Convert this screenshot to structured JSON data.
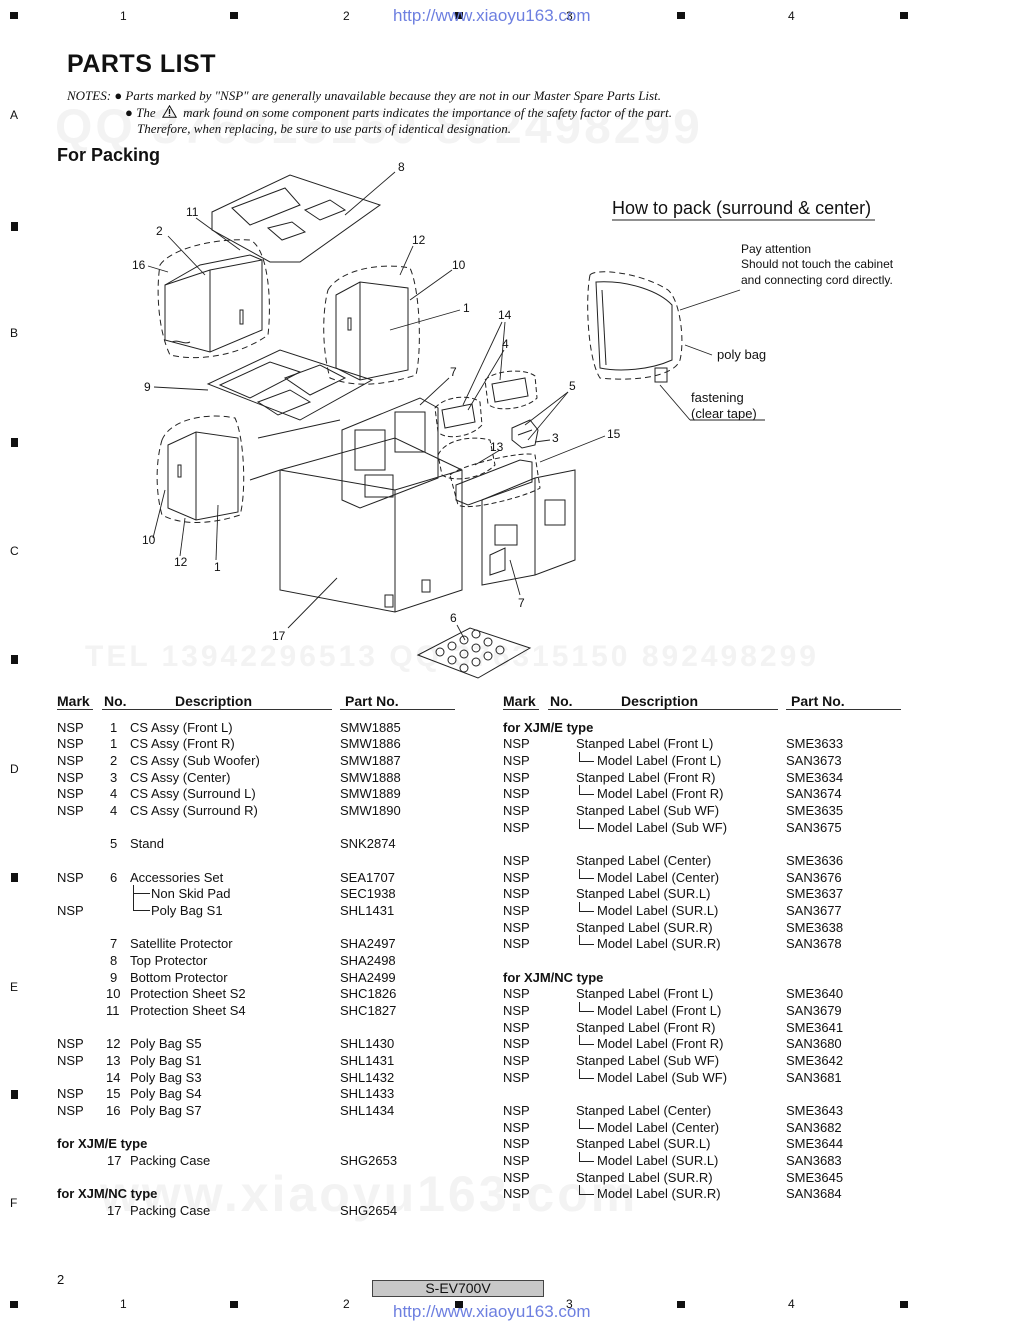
{
  "ruler": {
    "numbers": [
      "1",
      "2",
      "3",
      "4"
    ]
  },
  "side_letters": [
    "A",
    "B",
    "C",
    "D",
    "E",
    "F"
  ],
  "url": "http://www.xiaoyu163.com",
  "watermarks": [
    "QQ 376315150   892498299",
    "TEL 13942296513   QQ 376315150   892498299",
    "www.xiaoyu163.com"
  ],
  "title": "PARTS LIST",
  "notes": {
    "label": "NOTES:",
    "line1": "Parts marked by \"NSP\" are generally unavailable because they are not in our Master Spare Parts List.",
    "line2a": "The",
    "line2b": "mark found on some component parts indicates the importance of the safety factor of the part.",
    "line3": "Therefore, when replacing, be sure to use parts of identical designation."
  },
  "section_title": "For Packing",
  "diagram": {
    "how_to_pack": "How to pack (surround & center)",
    "pay_attention": [
      "Pay attention",
      "Should not touch the cabinet",
      "and connecting cord directly."
    ],
    "poly_bag": "poly bag",
    "fastening": [
      "fastening",
      "(clear tape)"
    ],
    "callouts": [
      "8",
      "11",
      "2",
      "16",
      "12",
      "10",
      "1",
      "14",
      "4",
      "9",
      "7",
      "5",
      "3",
      "13",
      "15",
      "10",
      "12",
      "1",
      "7",
      "6",
      "17"
    ]
  },
  "table_headers": {
    "mark": "Mark",
    "no": "No.",
    "desc": "Description",
    "part": "Part No."
  },
  "left_rows": [
    {
      "mark": "NSP",
      "no": "1",
      "desc": "CS Assy (Front L)",
      "part": "SMW1885"
    },
    {
      "mark": "NSP",
      "no": "1",
      "desc": "CS Assy (Front R)",
      "part": "SMW1886"
    },
    {
      "mark": "NSP",
      "no": "2",
      "desc": "CS Assy (Sub Woofer)",
      "part": "SMW1887"
    },
    {
      "mark": "NSP",
      "no": "3",
      "desc": "CS Assy (Center)",
      "part": "SMW1888"
    },
    {
      "mark": "NSP",
      "no": "4",
      "desc": "CS Assy (Surround L)",
      "part": "SMW1889"
    },
    {
      "mark": "NSP",
      "no": "4",
      "desc": "CS Assy (Surround R)",
      "part": "SMW1890"
    },
    {
      "mark": "",
      "no": "5",
      "desc": "Stand",
      "part": "SNK2874"
    },
    {
      "mark": "NSP",
      "no": "6",
      "desc": "Accessories Set",
      "part": "SEA1707"
    },
    {
      "mark": "",
      "no": "",
      "desc": "Non Skid Pad",
      "part": "SEC1938"
    },
    {
      "mark": "NSP",
      "no": "",
      "desc": "Poly Bag S1",
      "part": "SHL1431"
    },
    {
      "mark": "",
      "no": "7",
      "desc": "Satellite Protector",
      "part": "SHA2497"
    },
    {
      "mark": "",
      "no": "8",
      "desc": "Top Protector",
      "part": "SHA2498"
    },
    {
      "mark": "",
      "no": "9",
      "desc": "Bottom Protector",
      "part": "SHA2499"
    },
    {
      "mark": "",
      "no": "10",
      "desc": "Protection Sheet S2",
      "part": "SHC1826"
    },
    {
      "mark": "",
      "no": "11",
      "desc": "Protection Sheet S4",
      "part": "SHC1827"
    },
    {
      "mark": "NSP",
      "no": "12",
      "desc": "Poly Bag S5",
      "part": "SHL1430"
    },
    {
      "mark": "NSP",
      "no": "13",
      "desc": "Poly Bag S1",
      "part": "SHL1431"
    },
    {
      "mark": "",
      "no": "14",
      "desc": "Poly Bag S3",
      "part": "SHL1432"
    },
    {
      "mark": "NSP",
      "no": "15",
      "desc": "Poly Bag S4",
      "part": "SHL1433"
    },
    {
      "mark": "NSP",
      "no": "16",
      "desc": "Poly Bag S7",
      "part": "SHL1434"
    }
  ],
  "left_sections": [
    {
      "title": "for XJM/E type",
      "no": "17",
      "desc": "Packing Case",
      "part": "SHG2653"
    },
    {
      "title": "for XJM/NC type",
      "no": "17",
      "desc": "Packing Case",
      "part": "SHG2654"
    }
  ],
  "right_e_title": "for XJM/E type",
  "right_e_rows": [
    {
      "mark": "NSP",
      "desc": "Stanped Label (Front L)",
      "part": "SME3633"
    },
    {
      "mark": "NSP",
      "desc": "Model Label (Front L)",
      "part": "SAN3673"
    },
    {
      "mark": "NSP",
      "desc": "Stanped Label (Front R)",
      "part": "SME3634"
    },
    {
      "mark": "NSP",
      "desc": "Model Label (Front R)",
      "part": "SAN3674"
    },
    {
      "mark": "NSP",
      "desc": "Stanped Label (Sub WF)",
      "part": "SME3635"
    },
    {
      "mark": "NSP",
      "desc": "Model Label (Sub WF)",
      "part": "SAN3675"
    },
    {
      "mark": "NSP",
      "desc": "Stanped Label (Center)",
      "part": "SME3636"
    },
    {
      "mark": "NSP",
      "desc": "Model Label (Center)",
      "part": "SAN3676"
    },
    {
      "mark": "NSP",
      "desc": "Stanped Label (SUR.L)",
      "part": "SME3637"
    },
    {
      "mark": "NSP",
      "desc": "Model Label (SUR.L)",
      "part": "SAN3677"
    },
    {
      "mark": "NSP",
      "desc": "Stanped Label (SUR.R)",
      "part": "SME3638"
    },
    {
      "mark": "NSP",
      "desc": "Model Label (SUR.R)",
      "part": "SAN3678"
    }
  ],
  "right_nc_title": "for XJM/NC type",
  "right_nc_rows": [
    {
      "mark": "NSP",
      "desc": "Stanped Label (Front L)",
      "part": "SME3640"
    },
    {
      "mark": "NSP",
      "desc": "Model Label (Front L)",
      "part": "SAN3679"
    },
    {
      "mark": "NSP",
      "desc": "Stanped Label (Front R)",
      "part": "SME3641"
    },
    {
      "mark": "NSP",
      "desc": "Model Label (Front R)",
      "part": "SAN3680"
    },
    {
      "mark": "NSP",
      "desc": "Stanped Label (Sub WF)",
      "part": "SME3642"
    },
    {
      "mark": "NSP",
      "desc": "Model Label (Sub WF)",
      "part": "SAN3681"
    },
    {
      "mark": "NSP",
      "desc": "Stanped Label (Center)",
      "part": "SME3643"
    },
    {
      "mark": "NSP",
      "desc": "Model Label (Center)",
      "part": "SAN3682"
    },
    {
      "mark": "NSP",
      "desc": "Stanped Label (SUR.L)",
      "part": "SME3644"
    },
    {
      "mark": "NSP",
      "desc": "Model Label (SUR.L)",
      "part": "SAN3683"
    },
    {
      "mark": "NSP",
      "desc": "Stanped Label (SUR.R)",
      "part": "SME3645"
    },
    {
      "mark": "NSP",
      "desc": "Model Label (SUR.R)",
      "part": "SAN3684"
    }
  ],
  "page_number": "2",
  "model": "S-EV700V"
}
